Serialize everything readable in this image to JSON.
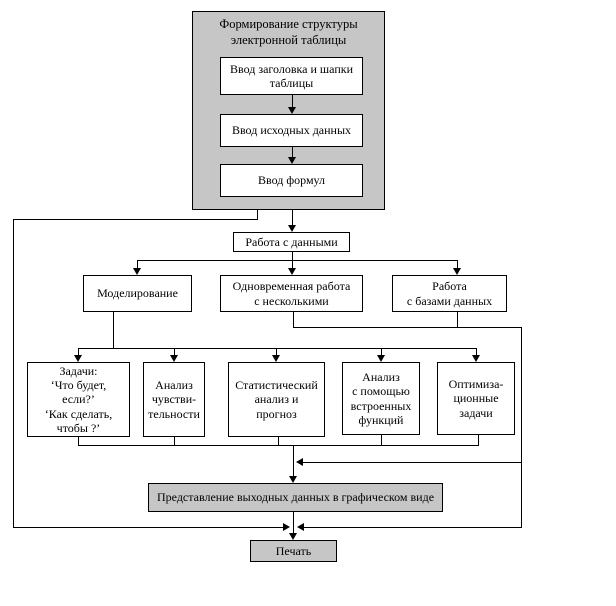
{
  "colors": {
    "shaded_fill": "#c6c6c6",
    "node_fill": "#ffffff",
    "line": "#000000",
    "background": "#ffffff"
  },
  "nodes": {
    "structure_formation": "Формирование структуры\nэлектронной таблицы",
    "enter_header": "Ввод заголовка и шапки\nтаблицы",
    "enter_source_data": "Ввод исходных данных",
    "enter_formulas": "Ввод формул",
    "work_with_data": "Работа с данными",
    "modeling": "Моделирование",
    "simultaneous_work": "Одновременная работа\nс несколькими",
    "database_work": "Работа\nс базами данных",
    "what_if_tasks": "Задачи:\n‘Что будет,\nесли?’\n‘Как сделать,\nчтобы ?’",
    "sensitivity_analysis": "Анализ\nчувстви-\nтельности",
    "statistical_analysis": "Статистический\nанализ и\nпрогноз",
    "builtin_functions_analysis": "Анализ\nс помощью\nвстроенных\nфункций",
    "optimization_tasks": "Оптимиза-\nционные\nзадачи",
    "graphical_output": "Представление выходных данных в графическом виде",
    "print": "Печать"
  }
}
